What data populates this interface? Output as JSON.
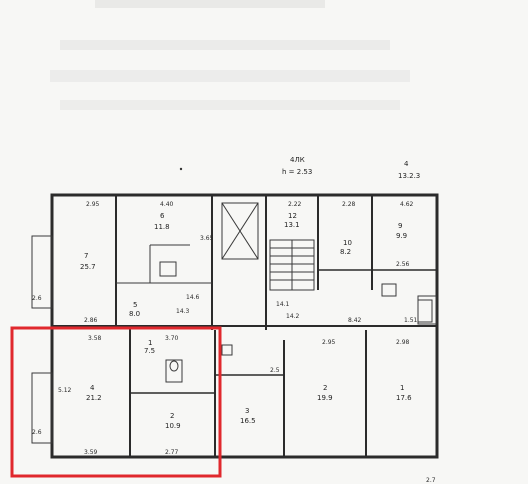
{
  "header": {
    "block_label": "4ЛК",
    "height_label": "h = 2.53",
    "top_right_a": "4",
    "top_right_b": "13.2.3"
  },
  "rooms": [
    {
      "num": "7",
      "area": "25.7"
    },
    {
      "num": "6",
      "area": "11.8"
    },
    {
      "num": "5",
      "area": "8.0"
    },
    {
      "num": "12",
      "area": "13.1"
    },
    {
      "num": "10",
      "area": "8.2"
    },
    {
      "num": "9",
      "area": "9.9"
    },
    {
      "num": "1",
      "area": "7.5"
    },
    {
      "num": "4",
      "area": "21.2"
    },
    {
      "num": "2",
      "area": "10.9"
    },
    {
      "num": "3",
      "area": "16.5"
    },
    {
      "num": "2",
      "area": "19.9"
    },
    {
      "num": "1",
      "area": "17.6"
    }
  ],
  "dimensions": [
    "2.95",
    "4.40",
    "2.22",
    "2.28",
    "2.56",
    "4.62",
    "2.86",
    "14.6",
    "14.3",
    "3.65",
    "14.1",
    "14.2",
    "3.58",
    "3.70",
    "2.95",
    "2.98",
    "3.59",
    "2.77",
    "2.6",
    "2.6",
    "8.42",
    "1.51",
    "2.7",
    "2.5",
    "5.12"
  ],
  "highlight": {
    "color": "#e0282d"
  }
}
